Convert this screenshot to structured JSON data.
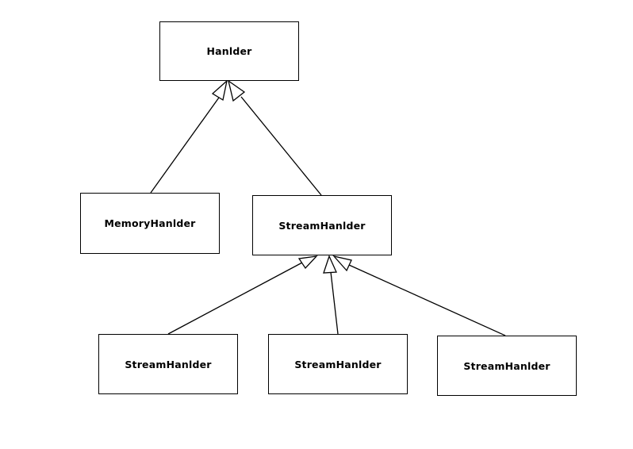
{
  "diagram": {
    "nodes": [
      {
        "id": "handler",
        "label": "Hanlder"
      },
      {
        "id": "memory",
        "label": "MemoryHanlder"
      },
      {
        "id": "stream",
        "label": "StreamHanlder"
      },
      {
        "id": "stream_child_1",
        "label": "StreamHanlder"
      },
      {
        "id": "stream_child_2",
        "label": "StreamHanlder"
      },
      {
        "id": "stream_child_3",
        "label": "StreamHanlder"
      }
    ],
    "edges": [
      {
        "from": "memory",
        "to": "handler",
        "arrow": "hollow-triangle"
      },
      {
        "from": "stream",
        "to": "handler",
        "arrow": "hollow-triangle"
      },
      {
        "from": "stream_child_1",
        "to": "stream",
        "arrow": "hollow-triangle"
      },
      {
        "from": "stream_child_2",
        "to": "stream",
        "arrow": "hollow-triangle"
      },
      {
        "from": "stream_child_3",
        "to": "stream",
        "arrow": "hollow-triangle"
      }
    ],
    "colors": {
      "stroke": "#000000",
      "fill": "#ffffff"
    }
  }
}
